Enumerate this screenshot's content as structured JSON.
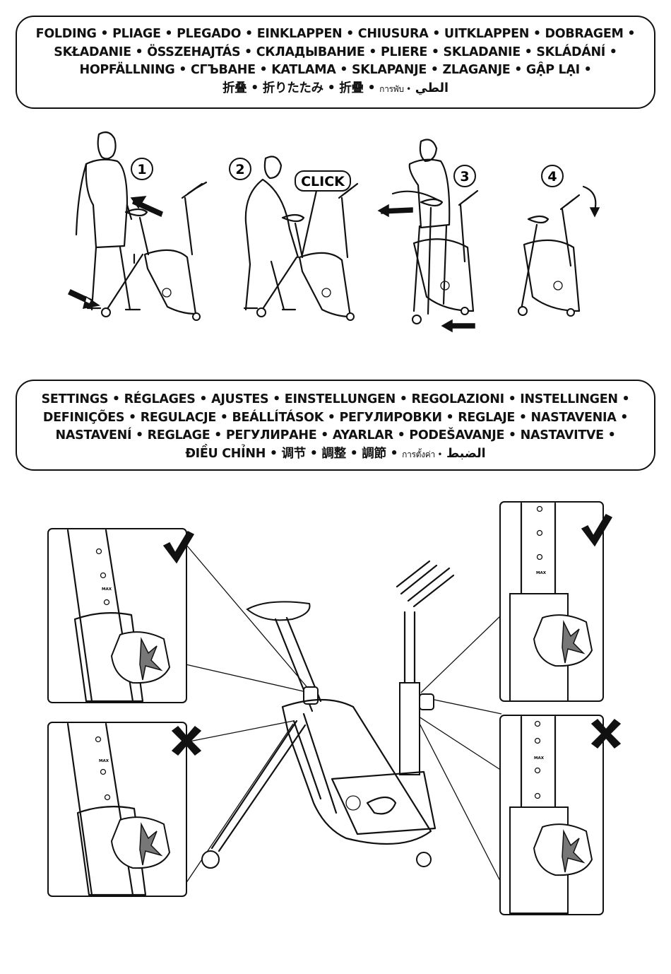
{
  "folding_banner": {
    "line1": "FOLDING • PLIAGE • PLEGADO • EINKLAPPEN • CHIUSURA • UITKLAPPEN • DOBRAGEM •",
    "line2": "SKŁADANIE • ÖSSZEHAJTÁS • СКЛАДЫВАНИЕ • PLIERE • SKLADANIE • SKLÁDÁNÍ •",
    "line3": "HOPFÄLLNING • СГЪВАНЕ • KATLAMA • SKLAPANJE • ZLAGANJE • GẬP LẠI •",
    "line4_cjk": "折叠 • 折りたたみ • 折疊 •",
    "line4_thai": "การพับ •",
    "line4_arabic": "الطي"
  },
  "steps": [
    {
      "number": "1"
    },
    {
      "number": "2",
      "callout": "CLICK"
    },
    {
      "number": "3"
    },
    {
      "number": "4"
    }
  ],
  "settings_banner": {
    "line1": "SETTINGS • RÉGLAGES • AJUSTES • EINSTELLUNGEN • REGOLAZIONI • INSTELLINGEN •",
    "line2": "DEFINIÇÕES • REGULACJE • BEÁLLÍTÁSOK • РЕГУЛИРОВКИ • REGLAJE • NASTAVENIA •",
    "line3": "NASTAVENÍ • REGLAGE • РЕГУЛИРАНЕ • AYARLAR • PODEŠAVANJE • NASTAVITVE •",
    "line4_main": "ĐIỀU CHỈNH • 调节 • 調整 • 調節 •",
    "line4_thai": "การตั้งค่า •",
    "line4_arabic": "الضبط"
  },
  "detail_panels": [
    {
      "position": "top-left",
      "verdict": "correct",
      "mark": "check-mark",
      "tube_label": "MAX"
    },
    {
      "position": "bottom-left",
      "verdict": "incorrect",
      "mark": "cross-mark",
      "tube_label": "MAX"
    },
    {
      "position": "top-right",
      "verdict": "correct",
      "mark": "check-mark",
      "tube_label": "MAX"
    },
    {
      "position": "bottom-right",
      "verdict": "incorrect",
      "mark": "cross-mark",
      "tube_label": "MAX"
    }
  ]
}
